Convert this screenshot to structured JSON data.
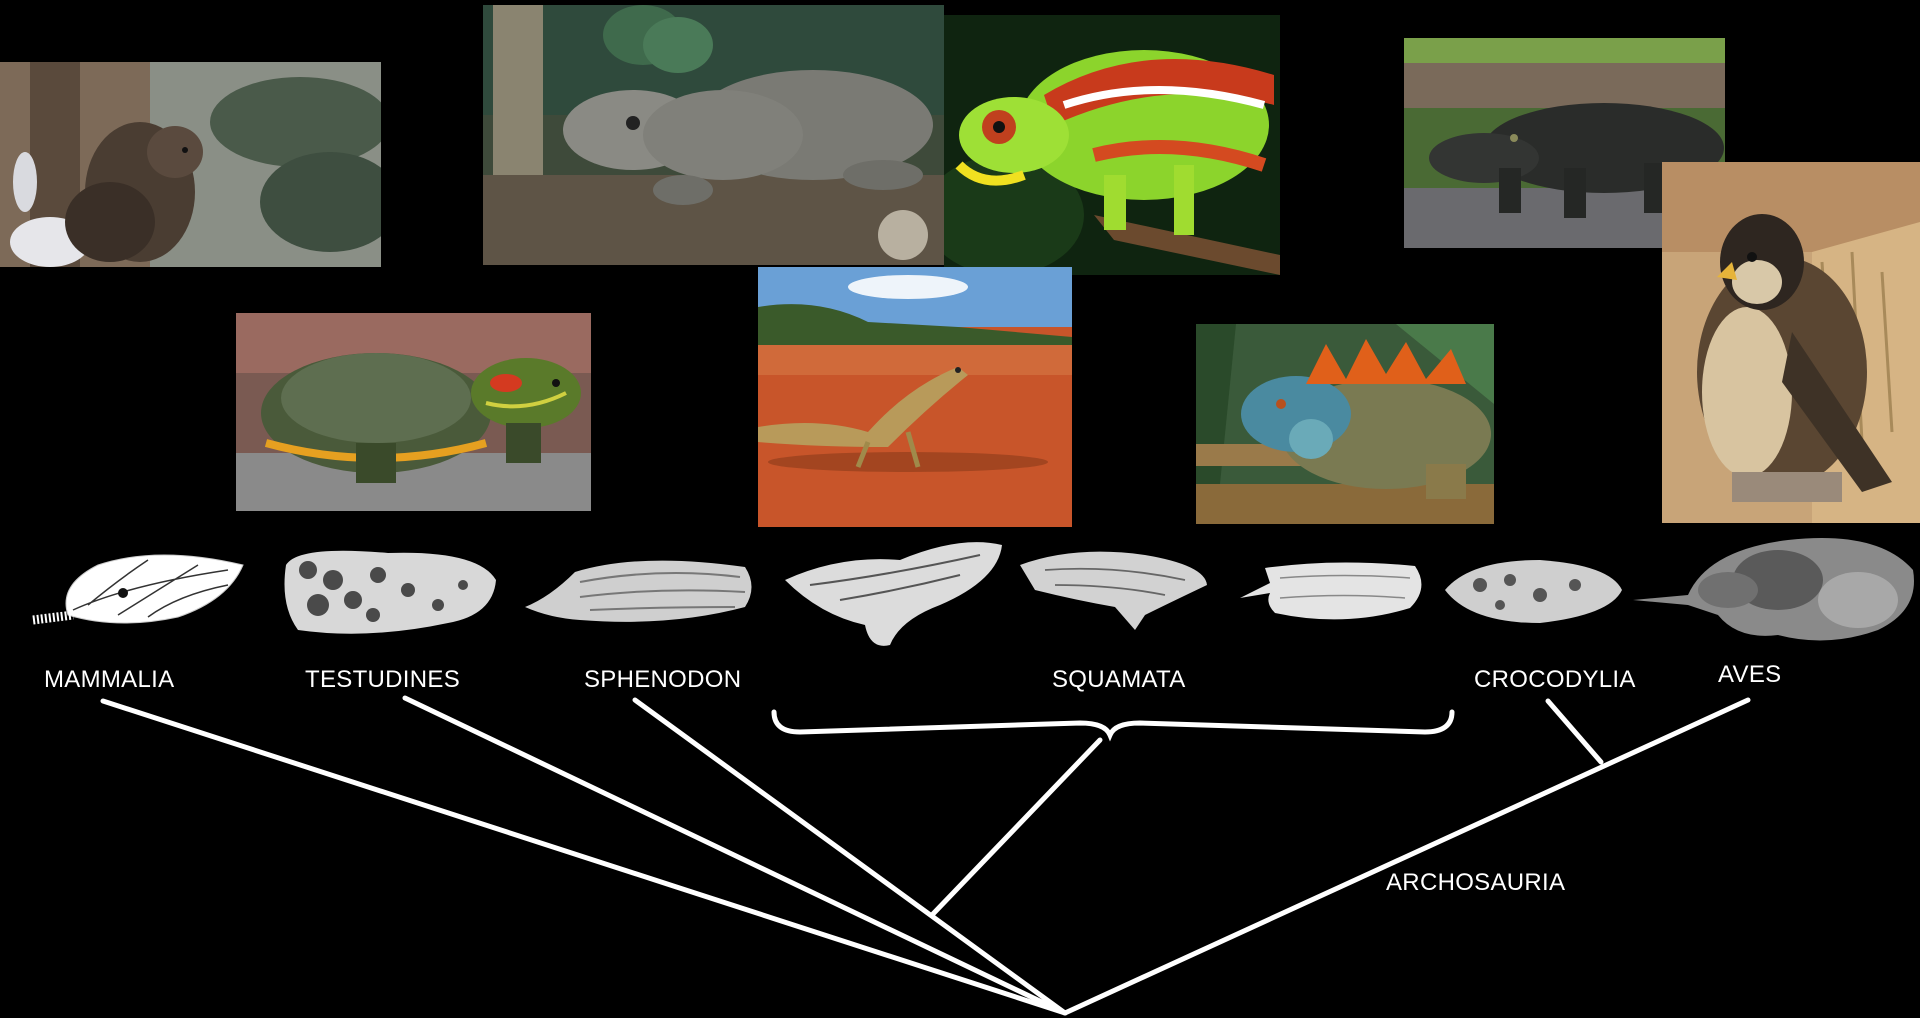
{
  "taxa": {
    "mammalia": "MAMMALIA",
    "testudines": "TESTUDINES",
    "sphenodon": "SPHENODON",
    "squamata": "SQUAMATA",
    "crocodylia": "CROCODYLIA",
    "aves": "AVES"
  },
  "clade": {
    "archosauria": "ARCHOSAURIA"
  },
  "photos": [
    "squirrel",
    "tuatara",
    "chameleon",
    "alligator",
    "turtle",
    "sand-lizard",
    "iguana",
    "falcon"
  ],
  "colors": {
    "background": "#000000",
    "lines": "#ffffff",
    "text": "#ffffff"
  }
}
